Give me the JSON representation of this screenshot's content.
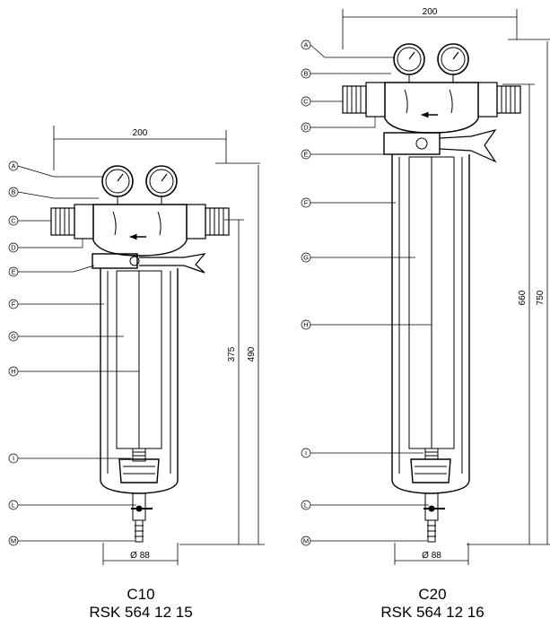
{
  "callout_letters": [
    "A",
    "B",
    "C",
    "D",
    "E",
    "F",
    "G",
    "H",
    "I",
    "L",
    "M"
  ],
  "c10": {
    "width_dim": "200",
    "height_dim_inner": "375",
    "height_dim_outer": "490",
    "diameter_dim": "Ø 88",
    "model": "C10",
    "code": "RSK 564 12 15"
  },
  "c20": {
    "width_dim": "200",
    "height_dim_inner": "660",
    "height_dim_outer": "750",
    "diameter_dim": "Ø 88",
    "model": "C20",
    "code": "RSK 564 12 16"
  }
}
